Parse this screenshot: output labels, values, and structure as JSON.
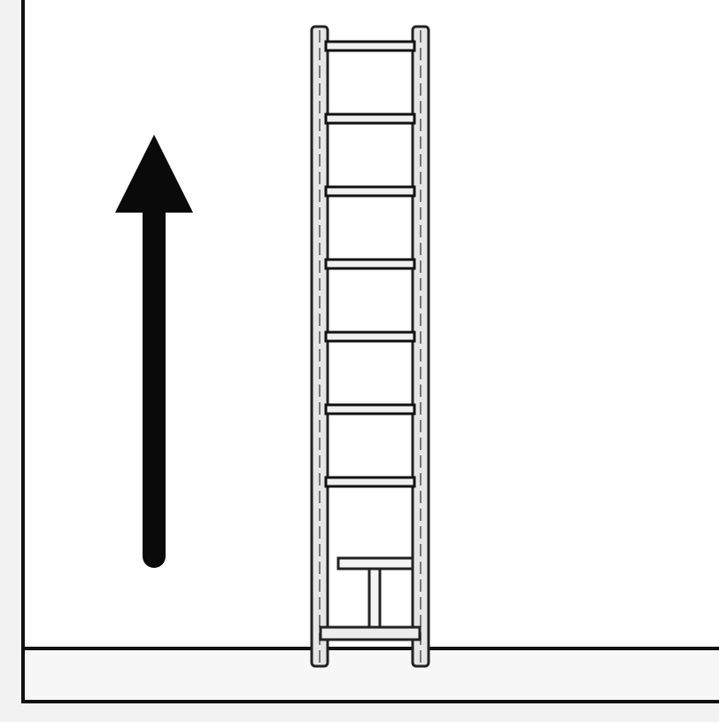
{
  "diagram": {
    "arrow_direction": "up",
    "object": "ladder",
    "ladder_rungs": 8,
    "colors": {
      "line": "#111111",
      "background": "#ffffff",
      "rail_fill": "#e6e6e6"
    }
  }
}
